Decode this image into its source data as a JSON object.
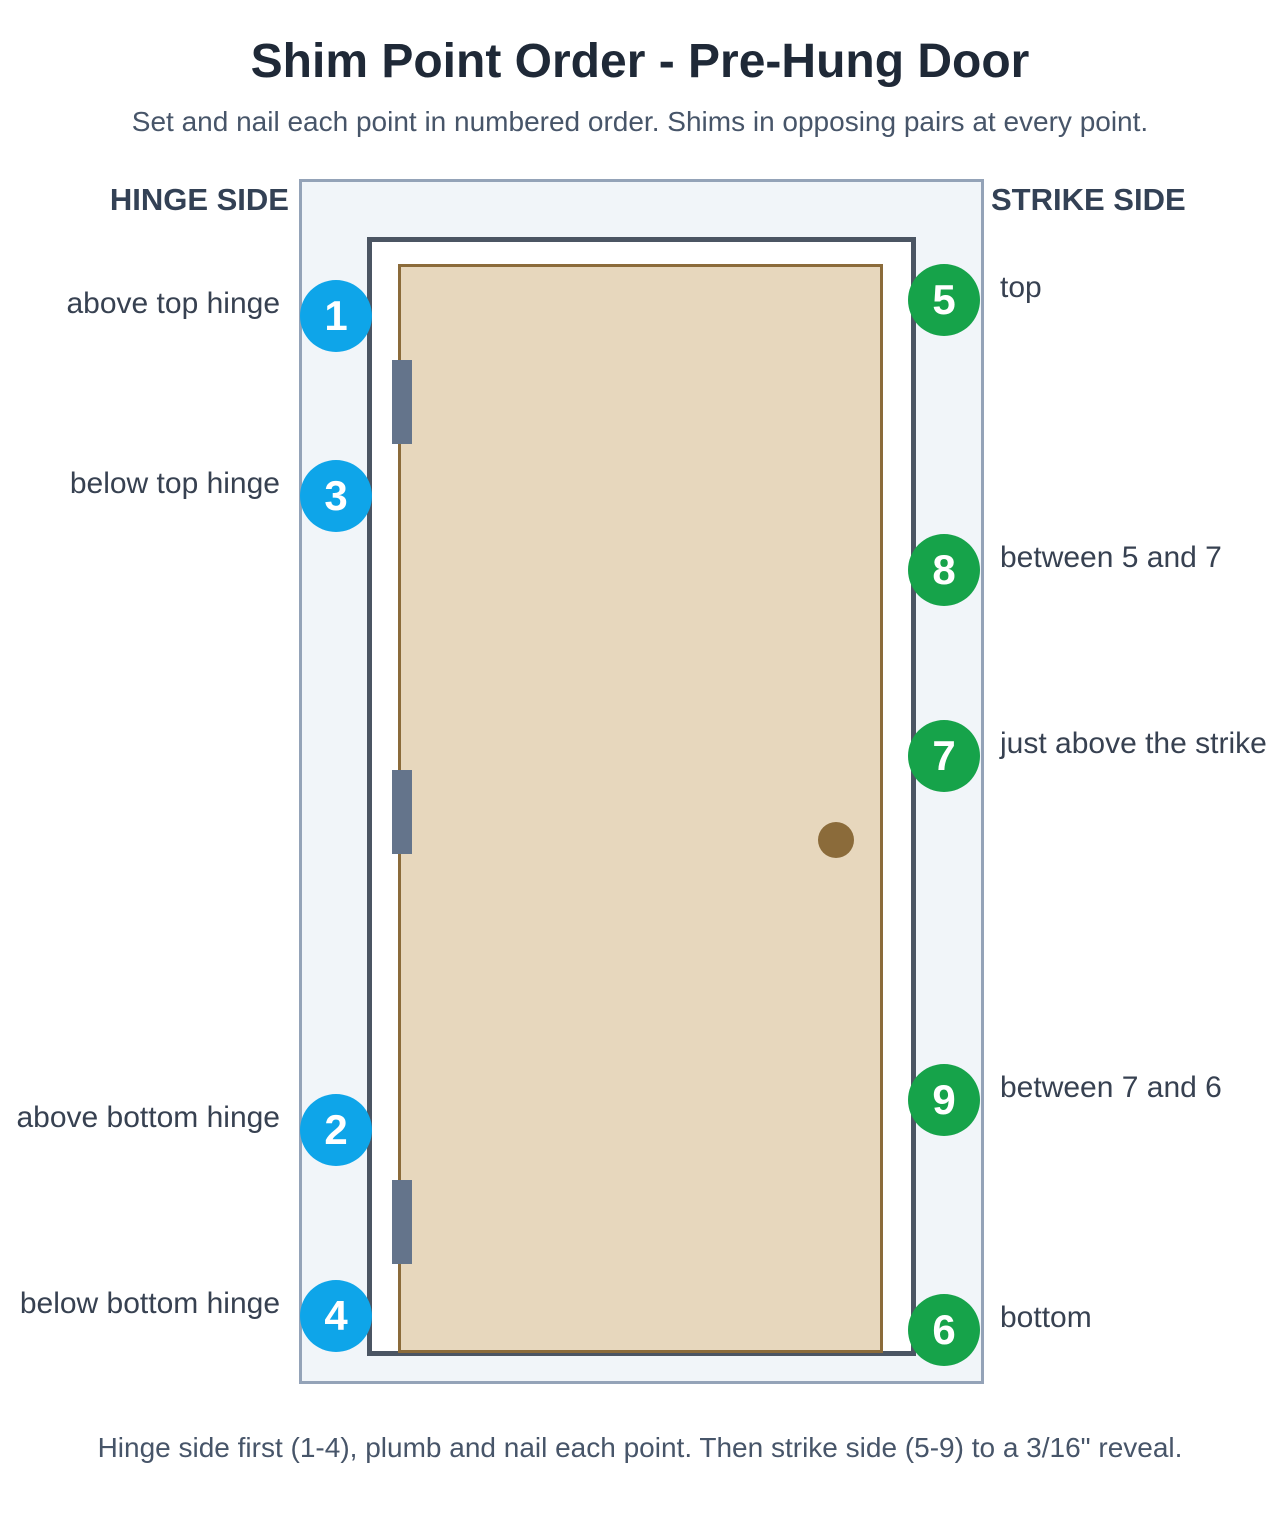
{
  "title": "Shim Point Order - Pre-Hung Door",
  "subtitle": "Set and nail each point in numbered order. Shims in opposing pairs at every point.",
  "hinge_side_label": "HINGE SIDE",
  "strike_side_label": "STRIKE SIDE",
  "hinge_points": [
    {
      "number": "1",
      "label": "above top hinge"
    },
    {
      "number": "3",
      "label": "below top hinge"
    },
    {
      "number": "2",
      "label": "above bottom hinge"
    },
    {
      "number": "4",
      "label": "below bottom hinge"
    }
  ],
  "strike_points": [
    {
      "number": "5",
      "label": "top"
    },
    {
      "number": "8",
      "label": "between 5 and 7"
    },
    {
      "number": "7",
      "label": "just above the strike"
    },
    {
      "number": "9",
      "label": "between 7 and 6"
    },
    {
      "number": "6",
      "label": "bottom"
    }
  ],
  "footer": "Hinge side first (1-4), plumb and nail each point. Then strike side (5-9) to a 3/16\" reveal.",
  "colors": {
    "hinge_marker": "#0ea5e9",
    "strike_marker": "#16a34a",
    "door": "#e7d7bd",
    "door_edge": "#8b6b3a",
    "jamb": "#4b5563",
    "hinge": "#64748b"
  }
}
